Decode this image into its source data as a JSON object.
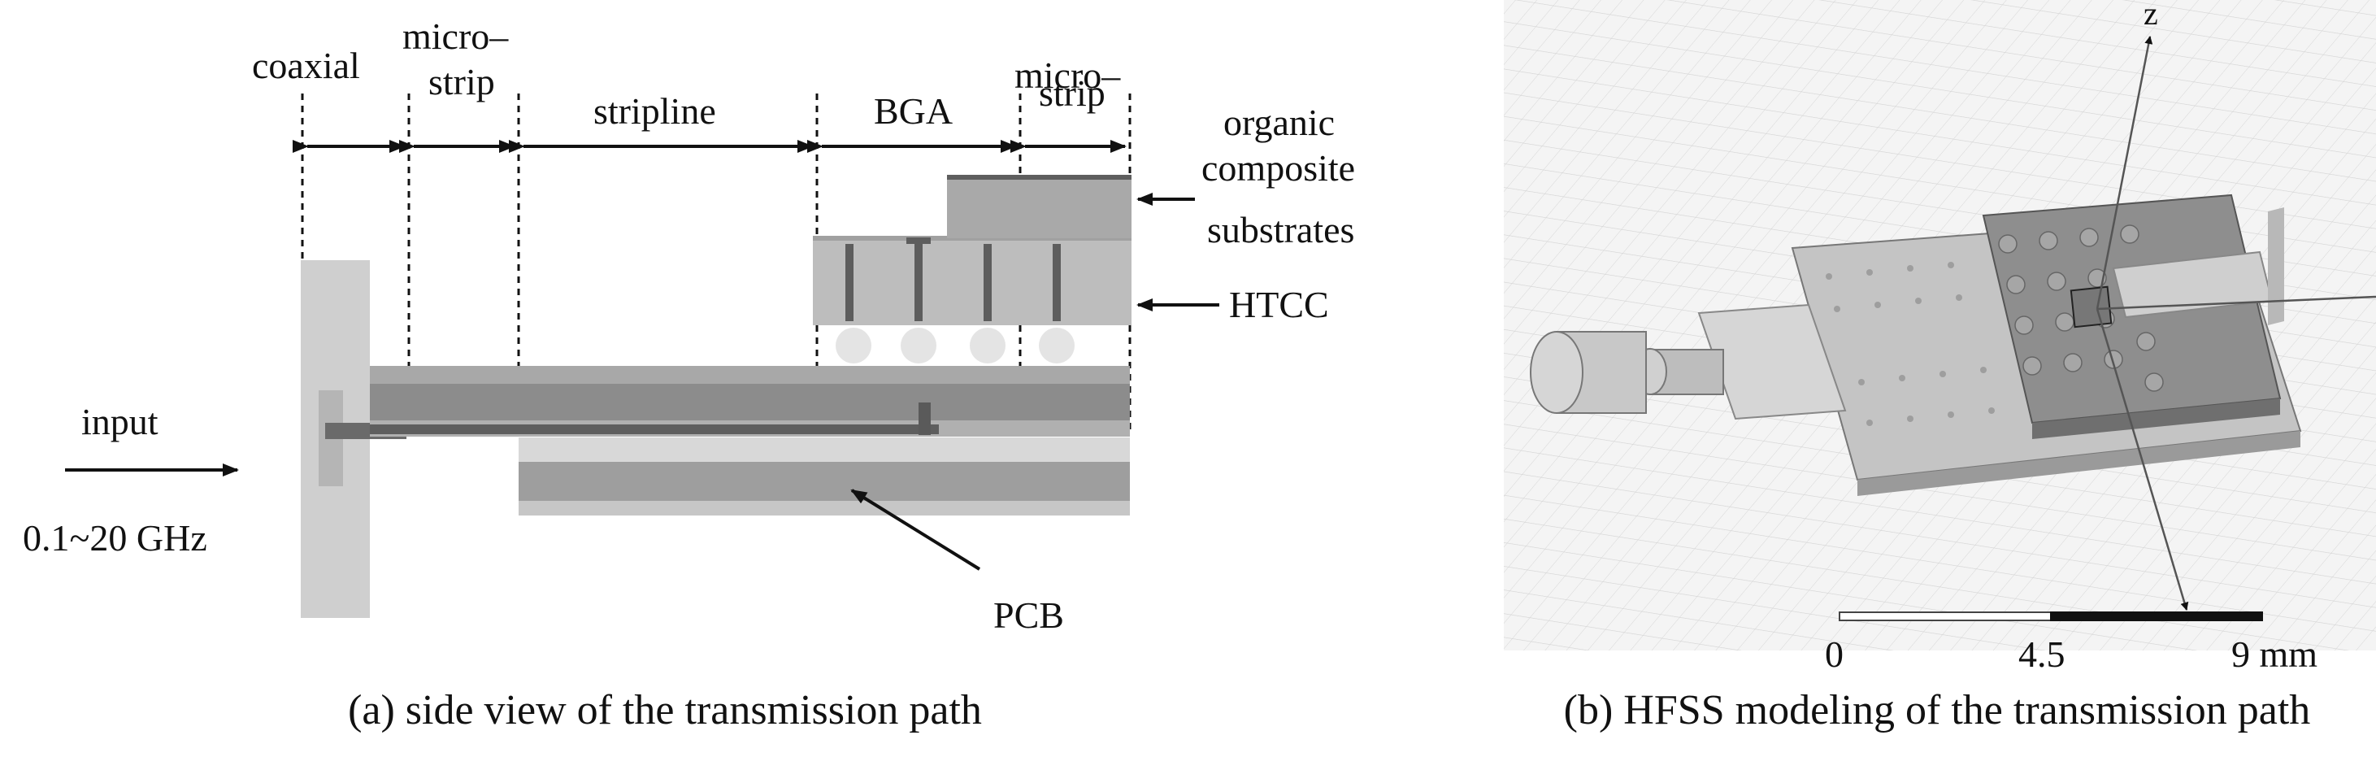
{
  "panel_a": {
    "labels": {
      "coaxial": "coaxial",
      "microstrip_left_1": "micro–",
      "microstrip_left_2": "strip",
      "stripline": "stripline",
      "bga": "BGA",
      "microstrip_right_1": "micro–",
      "microstrip_right_2": "strip",
      "organic_1": "organic",
      "organic_2": "composite",
      "organic_3": "substrates",
      "htcc": "HTCC",
      "input": "input",
      "freq": "0.1~20 GHz",
      "pcb": "PCB"
    },
    "caption": "(a) side view of the transmission path"
  },
  "panel_b": {
    "axis_z": "z",
    "scale_labels": [
      "0",
      "4.5",
      "9 mm"
    ],
    "caption": "(b) HFSS modeling of the transmission path"
  }
}
